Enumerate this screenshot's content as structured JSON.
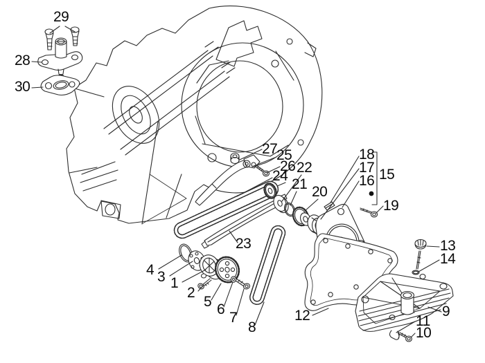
{
  "canvas": {
    "background": "#ffffff",
    "line_color": "#2b2b2b",
    "label_color": "#0a0a0a"
  },
  "labels": [
    {
      "text": "1"
    },
    {
      "text": "2"
    },
    {
      "text": "3"
    },
    {
      "text": "4"
    },
    {
      "text": "5"
    },
    {
      "text": "6"
    },
    {
      "text": "7"
    },
    {
      "text": "8"
    },
    {
      "text": "9"
    },
    {
      "text": "10"
    },
    {
      "text": "11"
    },
    {
      "text": "12"
    },
    {
      "text": "13"
    },
    {
      "text": "14"
    },
    {
      "text": "15"
    },
    {
      "text": "16"
    },
    {
      "text": "17"
    },
    {
      "text": "18"
    },
    {
      "text": "19"
    },
    {
      "text": "20"
    },
    {
      "text": "21"
    },
    {
      "text": "22"
    },
    {
      "text": "23"
    },
    {
      "text": "24"
    },
    {
      "text": "25"
    },
    {
      "text": "26"
    },
    {
      "text": "27"
    },
    {
      "text": "28"
    },
    {
      "text": "29"
    },
    {
      "text": "30"
    }
  ]
}
